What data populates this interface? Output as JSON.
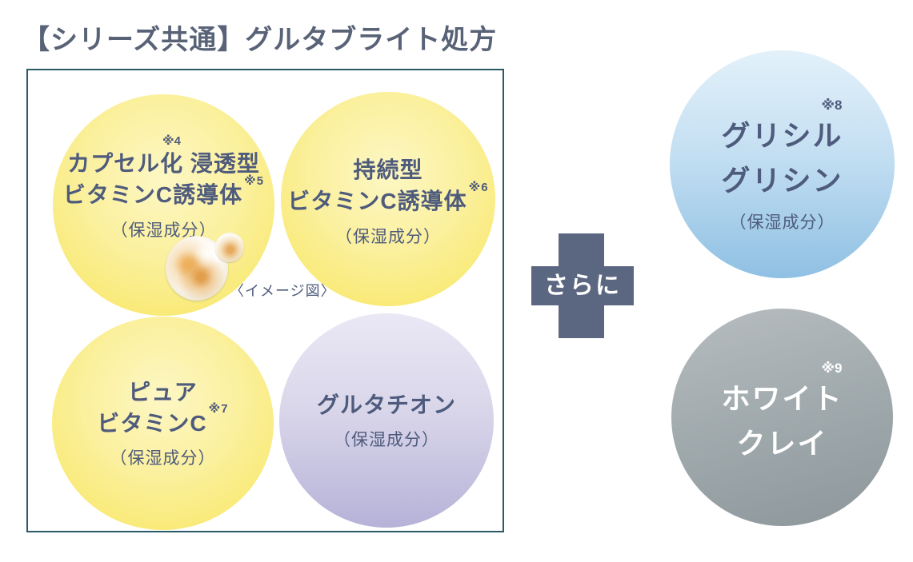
{
  "title": "【シリーズ共通】グルタブライト処方",
  "image_caption": "〈イメージ図〉",
  "plus": {
    "label": "さらに"
  },
  "box_circles": {
    "capsule": {
      "sup_top": "※4",
      "line1": "カプセル化 浸透型",
      "line2": "ビタミンC誘導体",
      "line2_sup": "※5",
      "note": "（保湿成分）"
    },
    "sustained": {
      "line1": "持続型",
      "line2": "ビタミンC誘導体",
      "line2_sup": "※6",
      "note": "（保湿成分）"
    },
    "pure": {
      "line1": "ピュア",
      "line2": "ビタミンC",
      "line2_sup": "※7",
      "note": "（保湿成分）"
    },
    "glutathione": {
      "line1": "グルタチオン",
      "note": "（保湿成分）"
    }
  },
  "extra_circles": {
    "glycylglycine": {
      "sup": "※8",
      "line1": "グリシル",
      "line2": "グリシン",
      "note": "（保湿成分）"
    },
    "white_clay": {
      "sup": "※9",
      "line1": "ホワイト",
      "line2": "クレイ"
    }
  },
  "colors": {
    "title_text": "#596377",
    "circle_text": "#4e5b7c",
    "box_border": "#2a5967",
    "plus_bg": "#5b6780",
    "yellow_top": "#fdf7c4",
    "yellow_bottom": "#f7e65e",
    "purple_top": "#eae8f5",
    "purple_bottom": "#b6b2d8",
    "blue_top": "#e3f1fa",
    "blue_bottom": "#8fc0e3",
    "gray_top": "#b7bdc0",
    "gray_bottom": "#8d979b",
    "white_text": "#ffffff"
  }
}
